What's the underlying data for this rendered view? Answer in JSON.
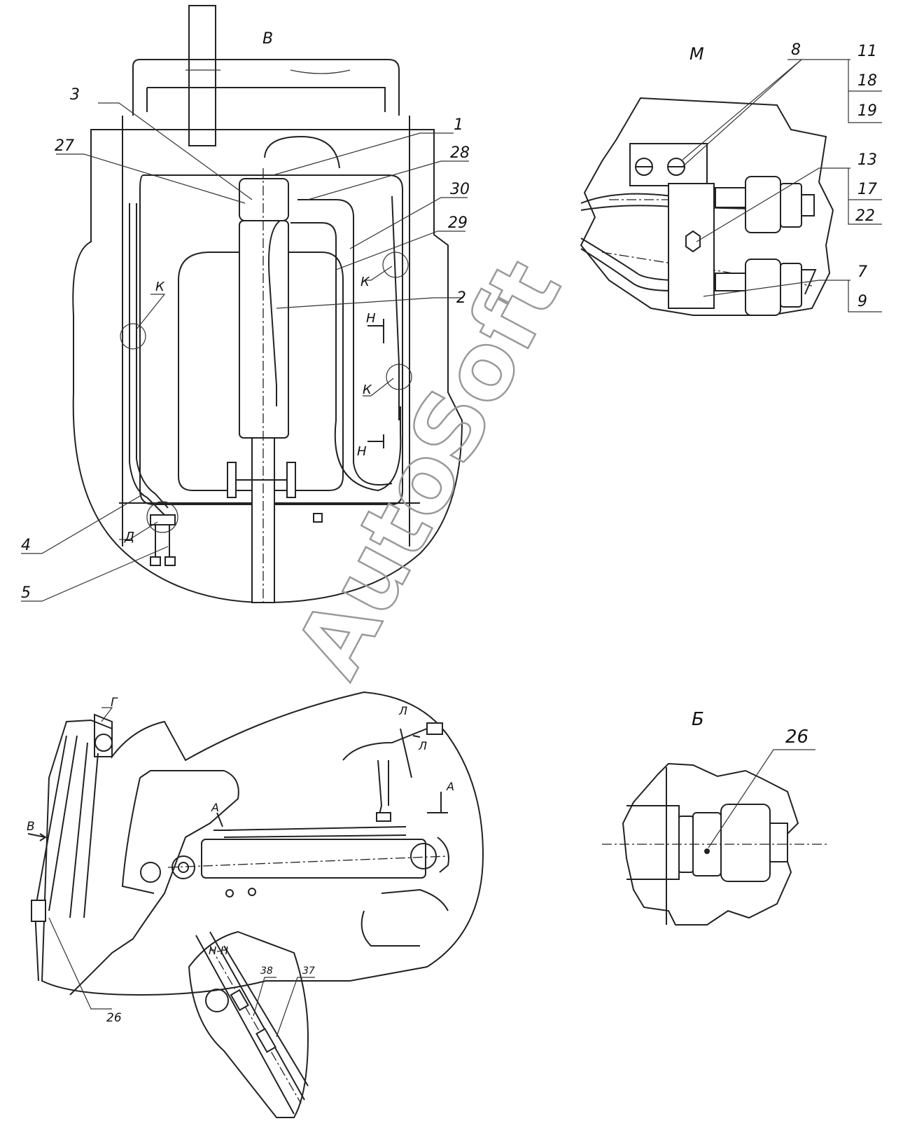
{
  "views": {
    "front": "В",
    "detail_m": "М",
    "detail_b": "Б",
    "section_nn": "Н-Н"
  },
  "callouts": {
    "c1": "1",
    "c2": "2",
    "c3": "3",
    "c4": "4",
    "c5": "5",
    "c27": "27",
    "c28": "28",
    "c29": "29",
    "c30": "30",
    "k1": "К",
    "k2": "К",
    "k3": "К",
    "d": "Д",
    "h1": "Н",
    "h2": "Н",
    "m8": "8",
    "m11": "11",
    "m18": "18",
    "m19": "19",
    "m13": "13",
    "m17": "17",
    "m22": "22",
    "m7": "7",
    "m9": "9",
    "b26": "26",
    "s26": "26",
    "s37": "37",
    "s38": "38",
    "g": "Г",
    "a1": "А",
    "a2": "А",
    "l1": "Л",
    "l2": "Л",
    "v": "В"
  },
  "watermark": "AutoSoft"
}
